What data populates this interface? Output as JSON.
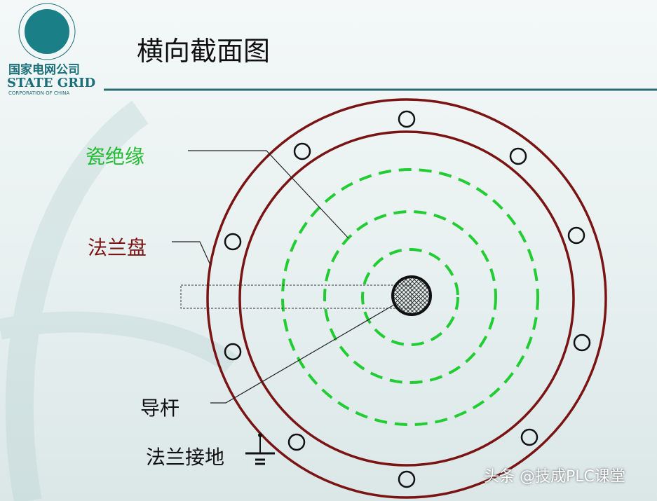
{
  "logo": {
    "cn": "国家电网公司",
    "en": "STATE GRID",
    "sub": "CORPORATION OF CHINA"
  },
  "title": "横向截面图",
  "labels": {
    "insulator": "瓷绝缘",
    "flange": "法兰盘",
    "conductor": "导杆",
    "ground": "法兰接地"
  },
  "colors": {
    "flange": "#7a1414",
    "insulator": "#22cc33",
    "title_rule": "#2d6b73"
  },
  "watermark": "头条 @技成PLC课堂"
}
